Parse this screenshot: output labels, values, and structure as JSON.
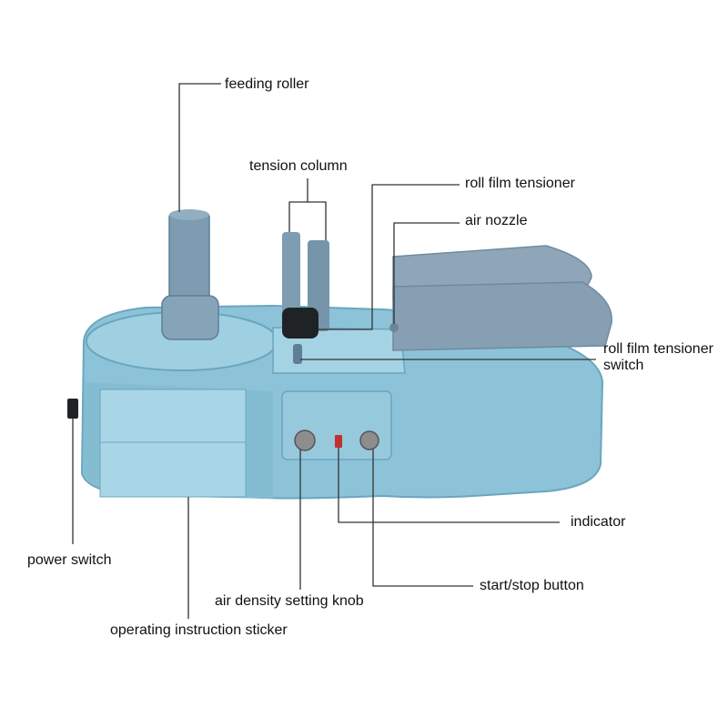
{
  "labels": {
    "feeding_roller": "feeding roller",
    "tension_column": "tension column",
    "roll_film_tensioner": "roll film tensioner",
    "air_nozzle": "air nozzle",
    "roll_film_tensioner_switch_line1": "roll film tensioner",
    "roll_film_tensioner_switch_line2": "switch",
    "indicator": "indicator",
    "power_switch": "power switch",
    "start_stop_button": "start/stop button",
    "air_density_setting_knob": "air density setting knob",
    "operating_instruction_sticker": "operating instruction sticker"
  },
  "colors": {
    "machine_body": "#8cc3d8",
    "machine_shadow": "#6aa6bf",
    "roller": "#7d9cb1",
    "top_cover": "#8ea6b8",
    "leader_line": "#333333",
    "text": "#111111"
  }
}
